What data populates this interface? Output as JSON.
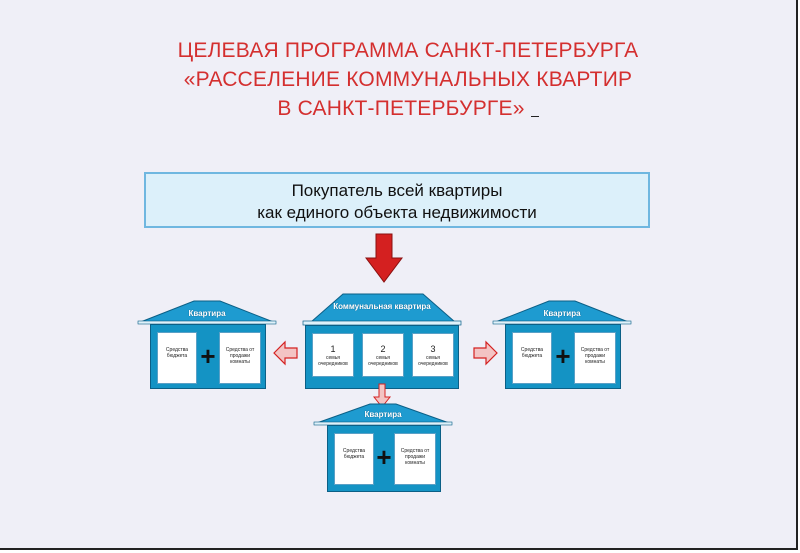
{
  "title": {
    "line1": "ЦЕЛЕВАЯ ПРОГРАММА САНКТ-ПЕТЕРБУРГА",
    "line2": "«РАССЕЛЕНИЕ КОММУНАЛЬНЫХ КВАРТИР",
    "line3": "В САНКТ-ПЕТЕРБУРГЕ»"
  },
  "buyer": {
    "line1": "Покупатель всей квартиры",
    "line2": "как единого объекта недвижимости"
  },
  "center_house": {
    "roof_label": "Коммунальная квартира",
    "rooms": [
      {
        "num": "1",
        "label": "семья очередников"
      },
      {
        "num": "2",
        "label": "семья очередников"
      },
      {
        "num": "3",
        "label": "семья очередников"
      }
    ]
  },
  "left_house": {
    "roof_label": "Квартира",
    "left_card": "Средства бюджета",
    "plus": "+",
    "right_card": "Средства от продажи комнаты"
  },
  "right_house": {
    "roof_label": "Квартира",
    "left_card": "Средства бюджета",
    "plus": "+",
    "right_card": "Средства от продажи комнаты"
  },
  "bottom_house": {
    "roof_label": "Квартира",
    "left_card": "Средства бюджета",
    "plus": "+",
    "right_card": "Средства от продажи комнаты"
  },
  "colors": {
    "title_red": "#d42f2f",
    "house_blue": "#1493c4",
    "arrow_red": "#d42020",
    "buyer_fill": "#dcf0fa"
  }
}
